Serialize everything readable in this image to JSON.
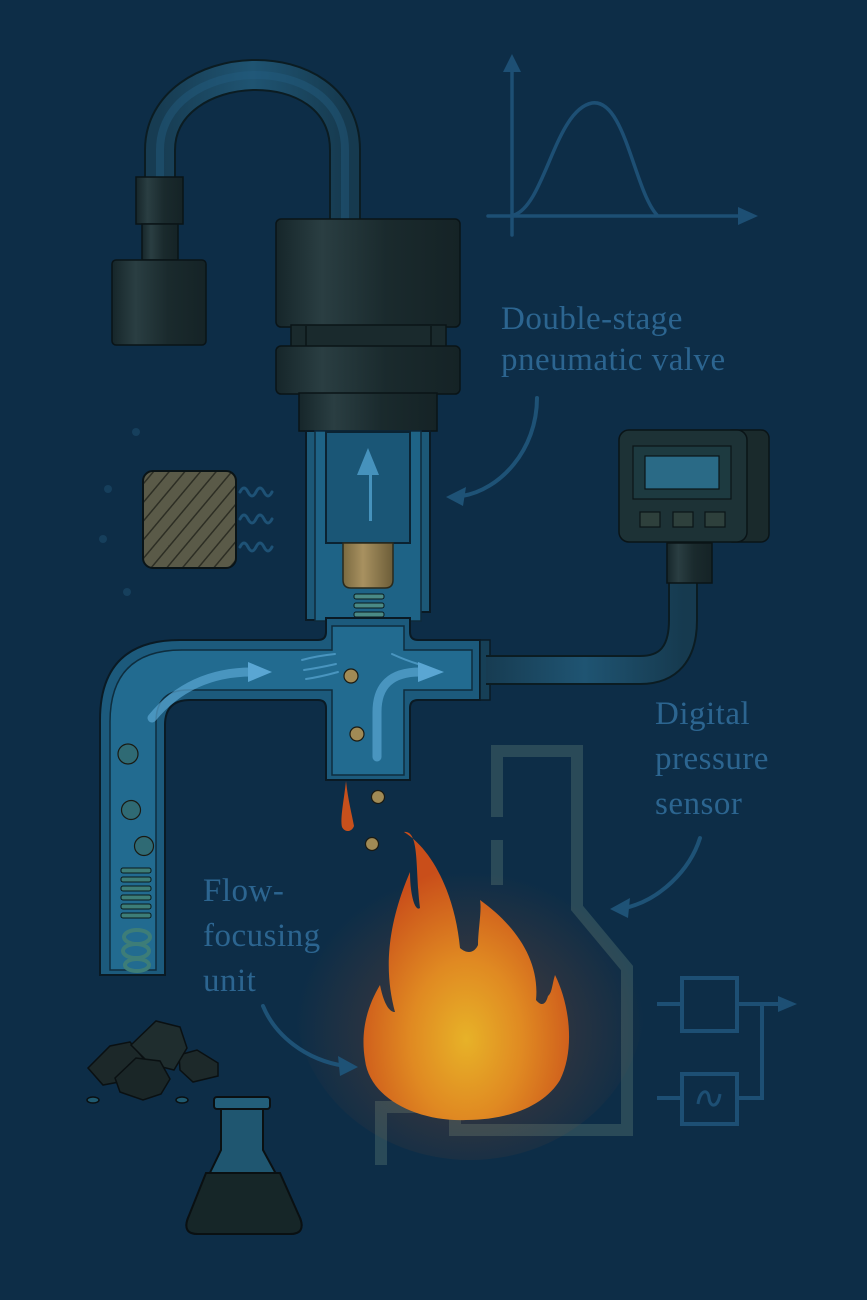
{
  "illustration": {
    "subject": "Pneumatic valve / flow-focusing / combustion schematic",
    "colors": {
      "background": "#0d2d47",
      "label_text": "#2c6590",
      "schematic_line": "#1d4f74",
      "pipe_fill": "#1e6386",
      "pipe_dark": "#1a2a2c",
      "flow_arrow": "#4f9cc9",
      "brass": "#a08a55",
      "flame_outer": "#d2551c",
      "flame_core": "#e0a020",
      "chimney_outline": "#2a4a58"
    }
  },
  "labels": {
    "valve": {
      "lines": [
        "Double-stage",
        "pneumatic valve"
      ]
    },
    "sensor": {
      "lines": [
        "Digital",
        "pressure",
        "sensor"
      ]
    },
    "flow_unit": {
      "lines": [
        "Flow-",
        "focusing",
        "unit"
      ]
    }
  },
  "sensor_device": {
    "display": "lcd-screen",
    "buttons": 3
  },
  "inset_graph": {
    "type": "bell-curve",
    "axes": [
      "y-axis-arrow",
      "x-axis-arrow"
    ]
  },
  "block_diagram": {
    "blocks": [
      "square-block",
      "oscillator-block"
    ],
    "oscillator_symbol": "∿"
  },
  "items": [
    "coal-lumps",
    "erlenmeyer-flask",
    "porous-filter-block",
    "flame",
    "chimney-outline"
  ]
}
